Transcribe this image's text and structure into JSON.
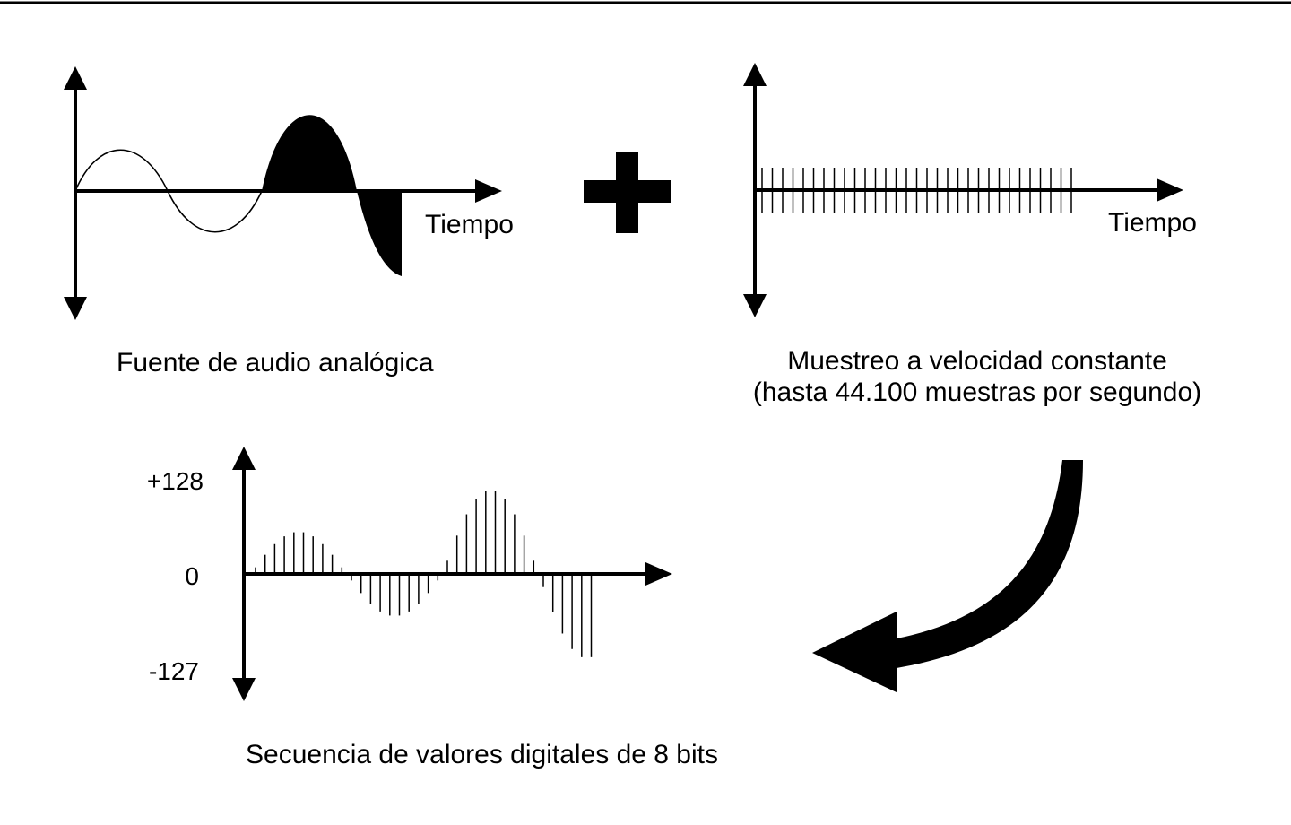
{
  "panels": {
    "analog": {
      "time_label": "Tiempo",
      "caption": "Fuente de audio analógica"
    },
    "sampling": {
      "time_label": "Tiempo",
      "caption_line1": "Muestreo a velocidad constante",
      "caption_line2": "(hasta 44.100 muestras por segundo)"
    },
    "digital": {
      "y_max_label": "+128",
      "y_zero_label": "0",
      "y_min_label": "-127",
      "caption": "Secuencia de valores digitales de 8 bits"
    }
  },
  "symbols": {
    "plus": "plus-icon",
    "flow_arrow": "curved-arrow-icon"
  },
  "colors": {
    "ink": "#000000",
    "paper": "#ffffff"
  }
}
